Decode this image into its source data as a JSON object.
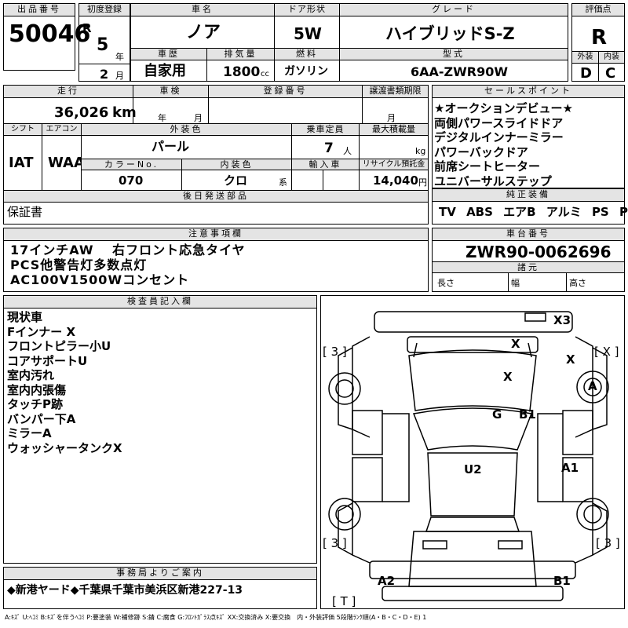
{
  "labels": {
    "lot_no": "出品番号",
    "first_reg": "初度登録",
    "car_name": "車名",
    "door": "ドア形状",
    "grade": "グレード",
    "score": "評価点",
    "history": "車歴",
    "displacement": "排気量",
    "fuel": "燃料",
    "model_code": "型式",
    "exterior": "外装",
    "interior": "内装",
    "mileage": "走行",
    "inspection": "車検",
    "reg_no": "登録番号",
    "transfer_deadline": "譲渡書類期限",
    "sales_point": "セールスポイント",
    "shift": "シフト",
    "aircon": "エアコン",
    "ext_color": "外装色",
    "capacity": "乗車定員",
    "max_load": "最大積載量",
    "color_no": "カラーNo.",
    "int_color": "内装色",
    "import": "輸入車",
    "recycle": "リサイクル預託金",
    "later_parts": "後日発送部品",
    "equipment": "純正装備",
    "notes": "注意事項欄",
    "chassis": "車台番号",
    "specs": "諸元",
    "length": "長さ",
    "width": "幅",
    "height": "高さ",
    "inspector": "検査員記入欄",
    "office": "事務局よりご案内"
  },
  "units": {
    "year": "年",
    "month": "月",
    "cc": "cc",
    "km": "km",
    "person": "人",
    "kg": "kg",
    "yen": "円",
    "series": "系"
  },
  "vehicle": {
    "lot_no": "50046",
    "era": "R",
    "reg_year": "5",
    "reg_month": "2",
    "name": "ノア",
    "door": "5W",
    "grade": "ハイブリッドS-Z",
    "score": "R",
    "history": "自家用",
    "displacement": "1800",
    "fuel": "ガソリン",
    "model_code": "6AA-ZWR90W",
    "exterior_grade": "D",
    "interior_grade": "C",
    "mileage": "36,026",
    "shift": "IAT",
    "aircon": "WAA",
    "ext_color": "パール",
    "capacity": "7",
    "color_no": "070",
    "int_color": "クロ",
    "recycle": "14,040",
    "chassis_no": "ZWR90-0062696"
  },
  "sales_points": [
    "★オークションデビュー★",
    "両側パワースライドドア",
    "デジタルインナーミラー",
    "パワーバックドア",
    "前席シートヒーター",
    "ユニバーサルステップ"
  ],
  "later_parts_text": "保証書",
  "equipment_items": [
    "TV",
    "ABS",
    "エアB",
    "アルミ",
    "PS",
    "PW"
  ],
  "notes_lines": [
    "17インチAW　 右フロント応急タイヤ",
    "PCS他警告灯多数点灯",
    "AC100V1500Wコンセント"
  ],
  "inspector_lines": [
    "現状車",
    "Fインナー X",
    "フロントピラー小U",
    "コアサポートU",
    "室内汚れ",
    "室内内張傷",
    "タッチP跡",
    "バンパー下A",
    "ミラーA",
    "ウォッシャータンクX"
  ],
  "diagram_marks": {
    "tl": "[ 3 ]",
    "tr": "[ X ]",
    "bl": "[ 3 ]",
    "br": "[ 3 ]",
    "bottom": "[ T ]",
    "x3": "X3",
    "x_hood": "X",
    "x_fender": "X",
    "x_center": "X",
    "a_wheel": "A",
    "g": "G",
    "b1_mid": "B1",
    "u2": "U2",
    "a1": "A1",
    "a2": "A2",
    "b1_bottom": "B1"
  },
  "office_text": "◆新港ヤード◆千葉県千葉市美浜区新港227-13",
  "legend": "A:ｷｽﾞ U:ﾍｺﾐ B:ｷｽﾞを伴うﾍｺﾐ P:要塗装 W:補修跡 S:錆 C:腐食 G:ﾌﾛﾝﾄｶﾞﾗｽ点ｷｽﾞ XX:交換済み X:要交換　内・外装評価 5段階ﾗﾝｸ順(A・B・C・D・E) 1"
}
